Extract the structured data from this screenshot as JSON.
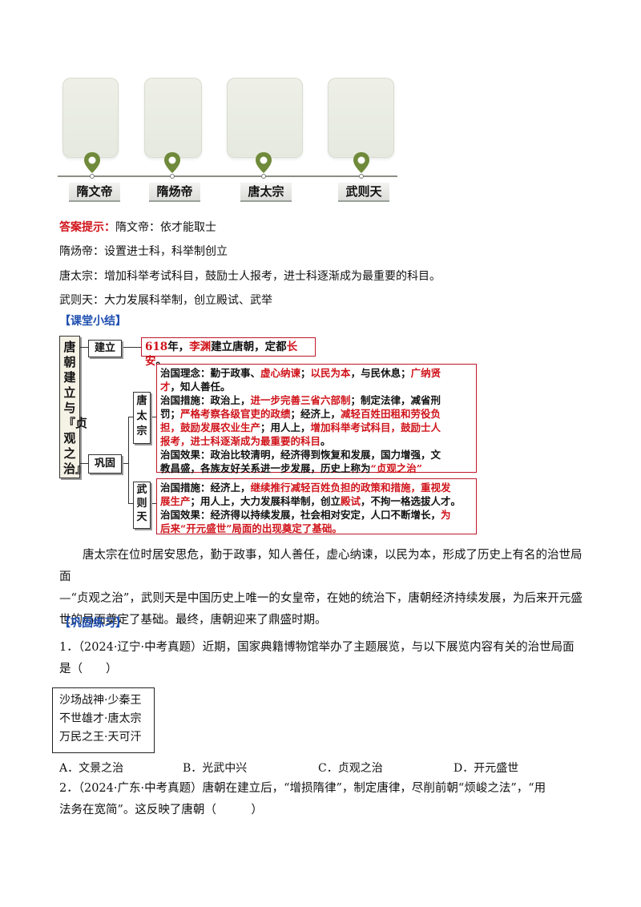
{
  "timeline": {
    "labels": [
      "隋文帝",
      "隋炀帝",
      "唐太宗",
      "武则天"
    ]
  },
  "answer": {
    "tag": "答案提示：",
    "lines": [
      "隋文帝：依才能取士",
      "隋炀帝：设置进士科，科举制创立",
      "唐太宗：增加科举考试科目，鼓励士人报考，进士科逐渐成为最重要的科目。",
      "武则天：大力发展科举制，创立殿试、武举"
    ]
  },
  "summary": {
    "heading": "【课堂小结】",
    "vertical_title": "唐朝建立与『贞观之治』",
    "node_found": "建立",
    "node_consolidate": "巩固",
    "node_taizong": "唐太宗",
    "node_wuzetian": "武则天",
    "founded": {
      "year": "618",
      "p1": "年，",
      "person": "李渊",
      "p2": "建立唐朝，定都",
      "capital": "长安",
      "p3": "。"
    },
    "taizong": {
      "l1a": "治国理念：勤于政事、",
      "l1b": "虚心纳谏",
      "l1c": "；",
      "l1d": "以民为本",
      "l1e": "，与民休息；",
      "l1f": "广纳贤",
      "l2a": "才",
      "l2b": "，知人善任。",
      "l3a": "治国措施：政治上，",
      "l3b": "进一步完善三省六部制",
      "l3c": "；制定法律，减省刑",
      "l4a": "罚；",
      "l4b": "严格考察各级官吏的政绩",
      "l4c": "；经济上，",
      "l4d": "减轻百姓田租和劳役负",
      "l5a": "担，鼓励发展农业生产",
      "l5b": "；用人上，",
      "l5c": "增加科举考试科目，鼓励士人",
      "l6a": "报考，进士科逐渐成为最重要的科目",
      "l6b": "。",
      "l7": "治国效果：政治比较清明，经济得到恢复和发展，国力增强，文",
      "l8a": "教昌盛，各族友好关系进一步发展，历史上称为",
      "l8b": "“贞观之治”"
    },
    "wuzetian": {
      "l1a": "治国措施：经济上，",
      "l1b": "继续推行减轻百姓负担的政策和措施，重视发",
      "l2a": "展生产",
      "l2b": "；用人上，大力发展科举制，创立",
      "l2c": "殿试",
      "l2d": "，不拘一格选拔人才。",
      "l3a": "治国效果：经济得以持续发展，社会相对安定，人口不断增长，",
      "l3b": "为",
      "l4": "后来“开元盛世”局面的出现奠定了基础。"
    }
  },
  "paragraph": {
    "l1": "唐太宗在位时居安思危，勤于政事，知人善任，虚心纳谏，以民为本，形成了历史上有名的治世局面",
    "l2": "—“贞观之治”，武则天是中国历史上唯一的女皇帝，在她的统治下，唐朝经济持续发展，为后来开元盛",
    "l3": "世的局面奠定了基础。最终，唐朝迎来了鼎盛时期。"
  },
  "practice": {
    "heading": "【巩固练习】",
    "q1_l1": "1．（2024·辽宁·中考真题）近期，国家典籍博物馆举办了主题展览，与以下展览内容有关的治世局面",
    "q1_l2": "是（　　）",
    "box_lines": [
      "沙场战神·少秦王",
      "不世雄才·唐太宗",
      "万民之王·天可汗"
    ],
    "options": [
      "A．文景之治",
      "B．光武中兴",
      "C．贞观之治",
      "D．开元盛世"
    ],
    "q2_l1": "2．（2024·广东·中考真题）唐朝在建立后，“增损隋律”，制定唐律，尽削前朝“烦峻之法”，“用",
    "q2_l2": "法务在宽简”。这反映了唐朝（　　　）"
  },
  "colors": {
    "accent_red": "#d0141b",
    "heading_blue": "#1f4fb0",
    "pin_green": "#6f8a3a"
  }
}
